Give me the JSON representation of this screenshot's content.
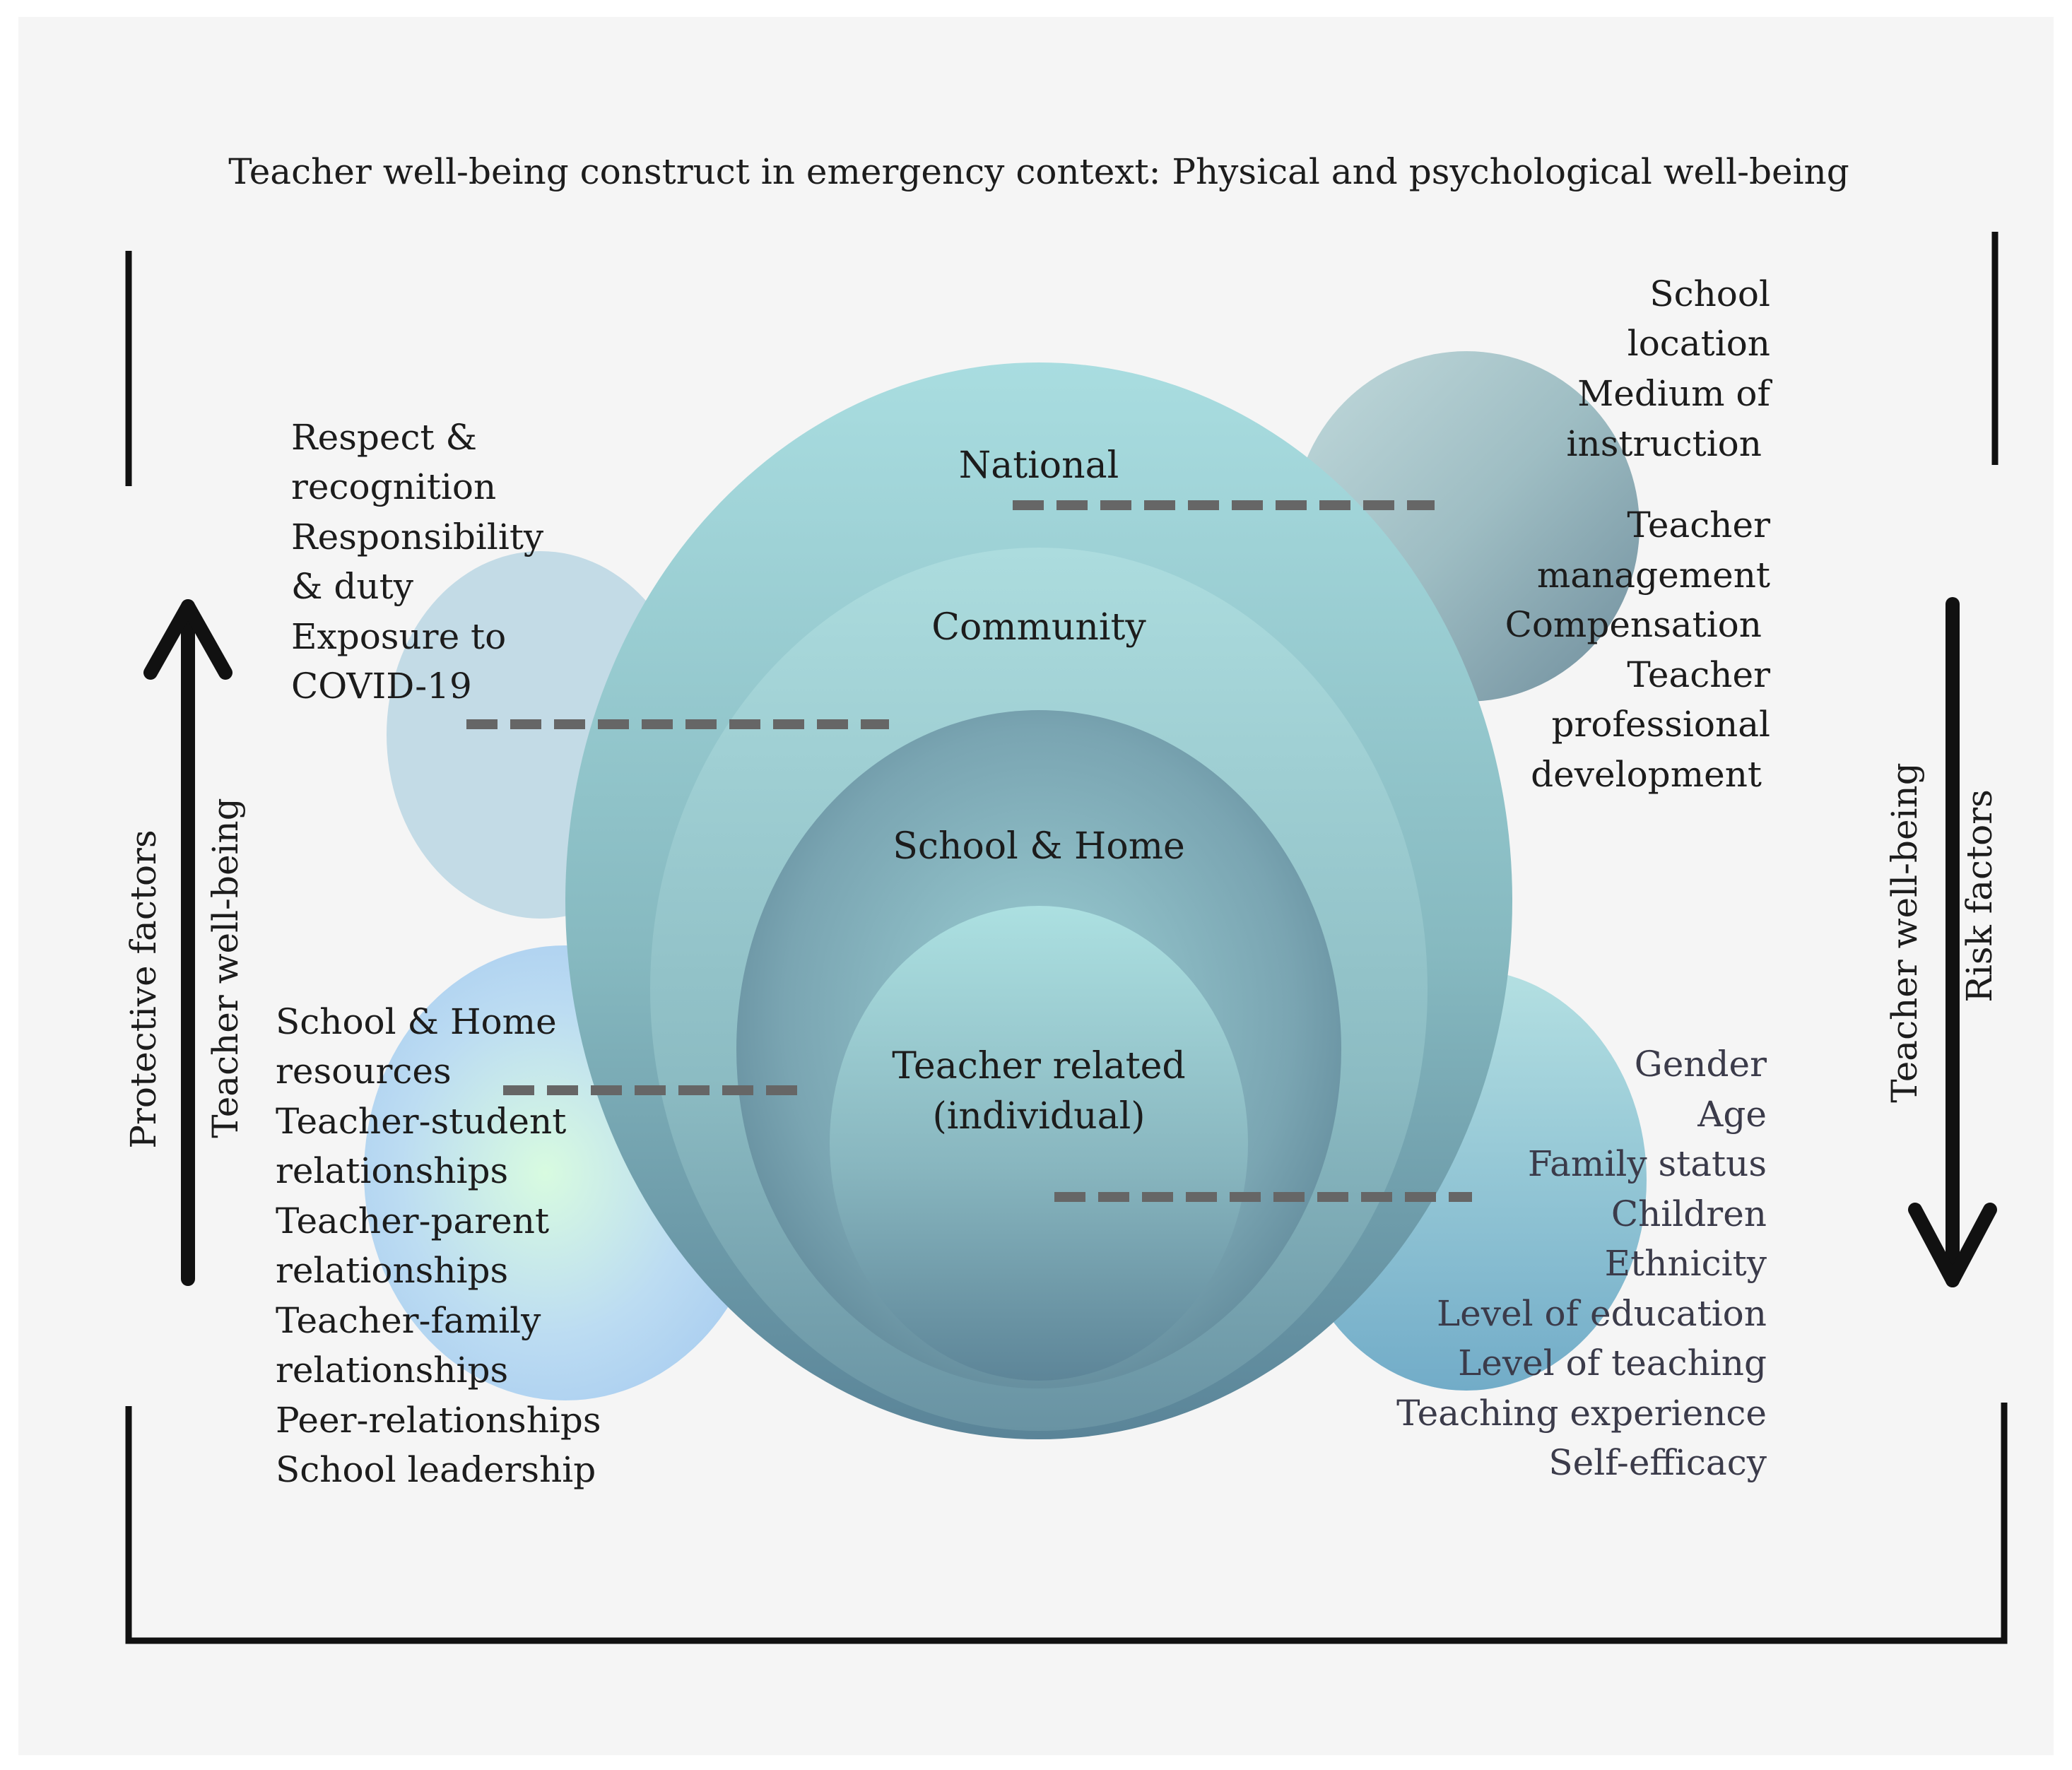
{
  "title": "Teacher well-being construct in emergency context: Physical and psychological well-being",
  "layers": {
    "national": "National",
    "community": "Community",
    "school_home": "School & Home",
    "teacher_line1": "Teacher related",
    "teacher_line2": "(individual)"
  },
  "protective_national": [
    "Respect &",
    "recognition",
    "Responsibility",
    "& duty",
    "Exposure to",
    "COVID-19"
  ],
  "protective_school_home": [
    "School & Home",
    "resources",
    "Teacher-student",
    "relationships",
    "Teacher-parent",
    "relationships",
    "Teacher-family",
    "relationships",
    "Peer-relationships",
    "School leadership"
  ],
  "risk_community": [
    "School",
    "location",
    "Medium of",
    "instruction"
  ],
  "risk_national": [
    "Teacher",
    "management",
    "Compensation",
    "Teacher",
    "professional",
    "development"
  ],
  "risk_individual": [
    "Gender",
    "Age",
    "Family status",
    "Children",
    "Ethnicity",
    "Level of education",
    "Level of teaching",
    "Teaching experience",
    "Self-efficacy"
  ],
  "left_axis": {
    "outer_label": "Protective factors",
    "inner_label": "Teacher well-being",
    "arrow_direction": "up"
  },
  "right_axis": {
    "inner_label": "Teacher well-being",
    "outer_label": "Risk factors",
    "arrow_direction": "down"
  },
  "colors": {
    "background": "#f5f5f5",
    "outer_circle": "#8fc3c6",
    "inner_circle": "#6e9aa8",
    "dashes": "#666666",
    "lines": "#111111"
  }
}
